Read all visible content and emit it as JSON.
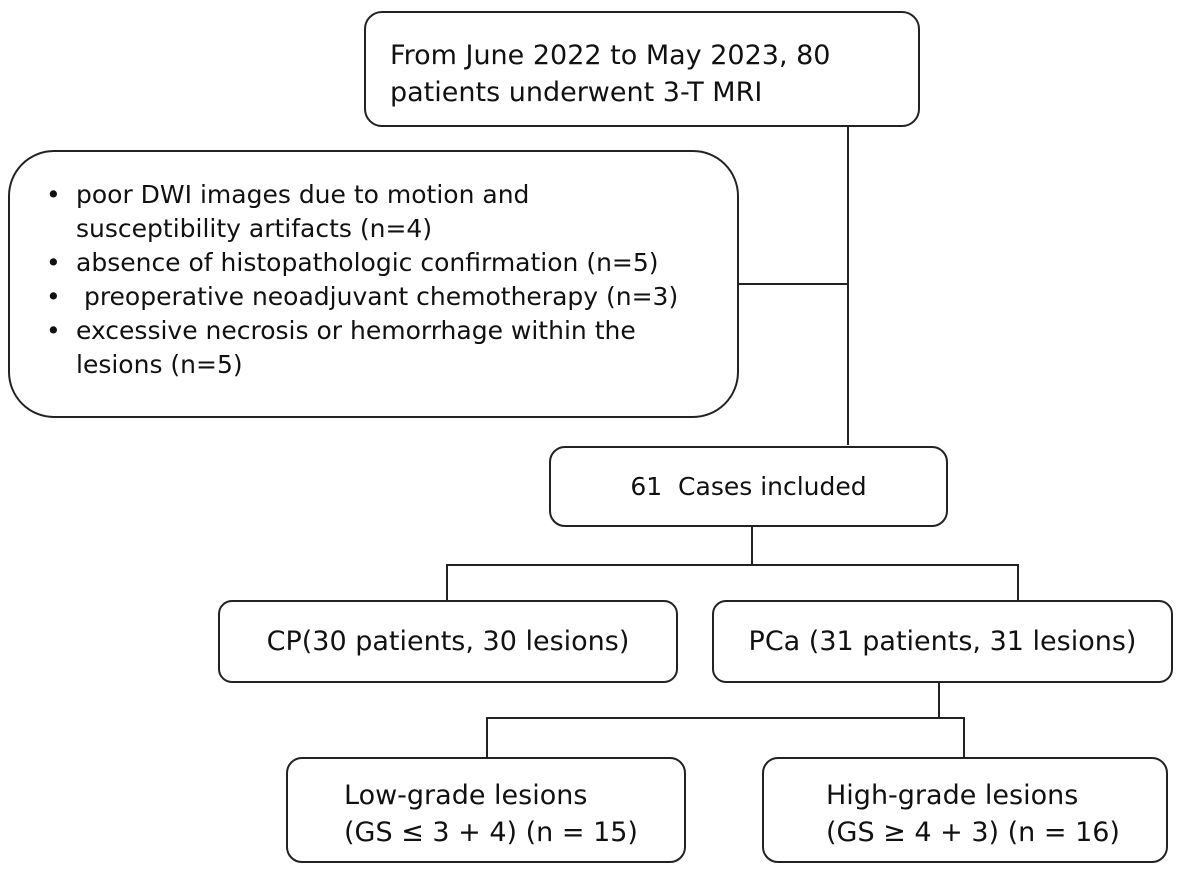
{
  "nodes": {
    "start": {
      "lines": [
        "From June 2022 to May 2023, 80",
        "patients underwent 3-T MRI"
      ]
    },
    "exclusion": {
      "items": [
        {
          "bullet": "•",
          "lines": [
            "poor DWI images due to motion and",
            "susceptibility artifacts (n=4)"
          ]
        },
        {
          "bullet": "•",
          "lines": [
            "absence of histopathologic confirmation (n=5)"
          ]
        },
        {
          "bullet": "•",
          "lines": [
            " preoperative neoadjuvant chemotherapy (n=3)"
          ]
        },
        {
          "bullet": "•",
          "lines": [
            "excessive necrosis or hemorrhage within the",
            "lesions (n=5)"
          ]
        }
      ]
    },
    "included": {
      "label": "61  Cases included"
    },
    "cp": {
      "label": "CP(30 patients, 30 lesions)"
    },
    "pca": {
      "label": "PCa (31 patients, 31 lesions)"
    },
    "low": {
      "lines": [
        "Low-grade lesions",
        "(GS ≤ 3 + 4) (n = 15)"
      ]
    },
    "high": {
      "lines": [
        "High-grade lesions",
        "(GS ≥ 4 + 3) (n = 16)"
      ]
    }
  }
}
